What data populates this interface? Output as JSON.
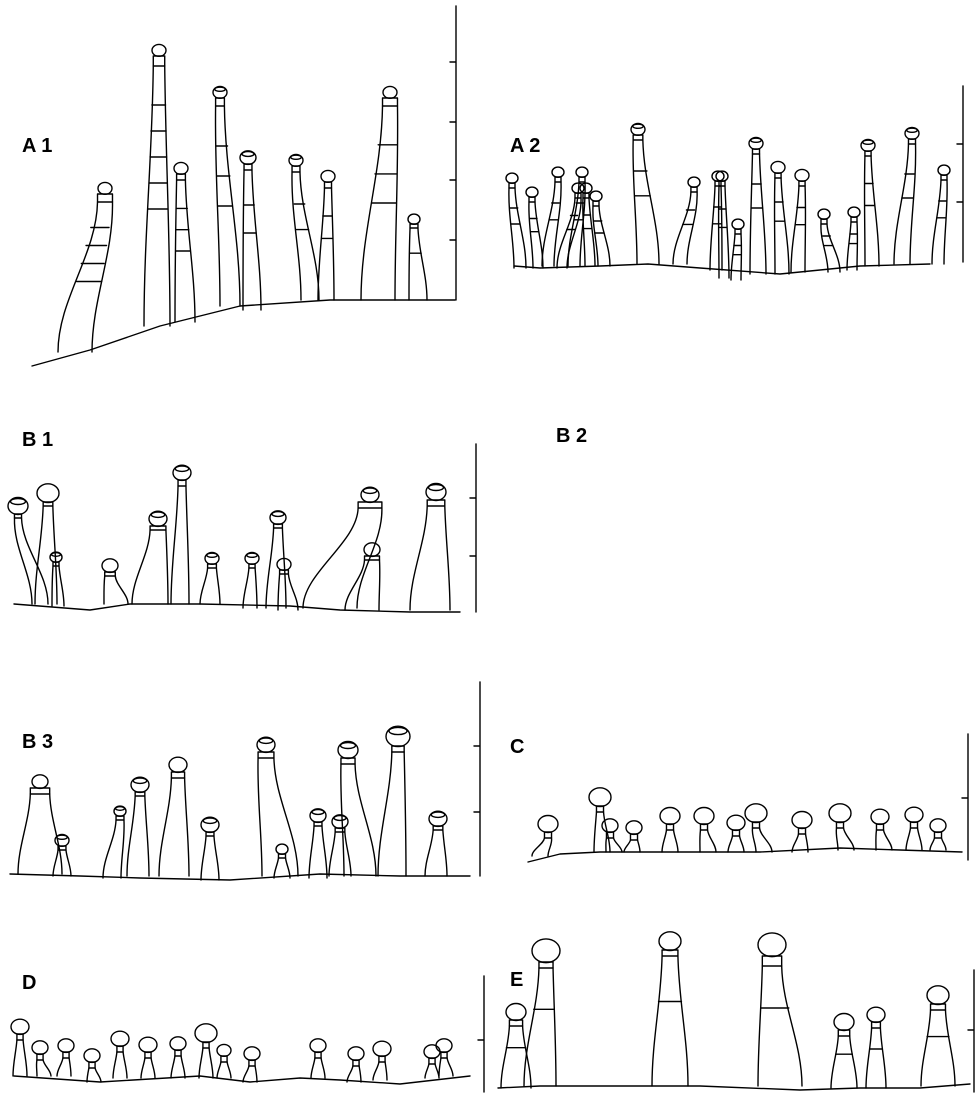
{
  "panels": [
    {
      "id": "A1",
      "label": "A 1"
    },
    {
      "id": "A2",
      "label": "A 2"
    },
    {
      "id": "B1",
      "label": "B 1"
    },
    {
      "id": "B2",
      "label": "B 2"
    },
    {
      "id": "B3",
      "label": "B 3"
    },
    {
      "id": "C",
      "label": "C"
    },
    {
      "id": "D",
      "label": "D"
    },
    {
      "id": "E",
      "label": "E"
    }
  ],
  "ink_color": "#000000"
}
